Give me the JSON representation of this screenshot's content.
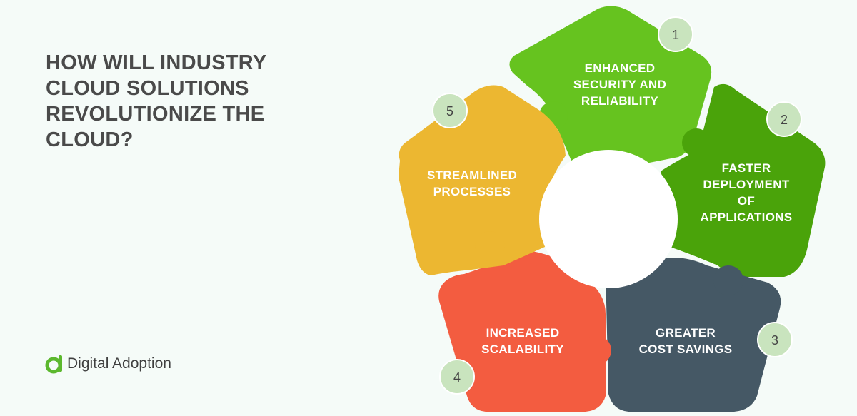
{
  "title": "HOW WILL INDUSTRY CLOUD SOLUTIONS REVOLUTIONIZE THE CLOUD?",
  "brand": {
    "name": "Digital Adoption",
    "color": "#5cb82e"
  },
  "pieces": [
    {
      "number": "1",
      "lines": [
        "ENHANCED",
        "SECURITY AND",
        "RELIABILITY"
      ],
      "color": "#66c31f"
    },
    {
      "number": "2",
      "lines": [
        "FASTER",
        "DEPLOYMENT",
        "OF",
        "APPLICATIONS"
      ],
      "color": "#4aa30a"
    },
    {
      "number": "3",
      "lines": [
        "GREATER",
        "COST SAVINGS"
      ],
      "color": "#455865"
    },
    {
      "number": "4",
      "lines": [
        "INCREASED",
        "SCALABILITY"
      ],
      "color": "#f35c40"
    },
    {
      "number": "5",
      "lines": [
        "STREAMLINED",
        "PROCESSES"
      ],
      "color": "#ecb731"
    }
  ],
  "badge_color": "#c9e4be",
  "center_color": "#ffffff"
}
